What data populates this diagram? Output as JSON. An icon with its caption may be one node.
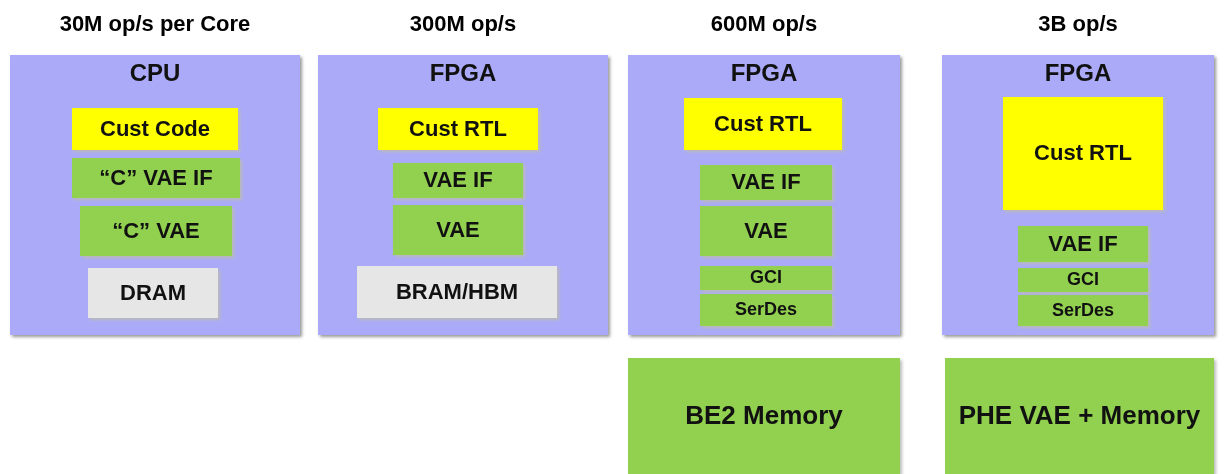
{
  "diagram": {
    "nodes": [
      {
        "text": [
          "CPU"
        ],
        "beside": [
          "30M op/s per Core"
        ]
      },
      {
        "text": [
          "Cust Code"
        ],
        "in": 0
      },
      {
        "text": [
          "“C” VAE IF"
        ],
        "in": 0
      },
      {
        "text": [
          "“C” VAE"
        ],
        "in": 0
      },
      {
        "text": [
          "DRAM"
        ],
        "in": 0
      },
      {
        "text": [
          "FPGA"
        ],
        "beside": [
          "300M op/s"
        ]
      },
      {
        "text": [
          "Cust RTL"
        ],
        "in": 5
      },
      {
        "text": [
          "VAE IF"
        ],
        "in": 5
      },
      {
        "text": [
          "VAE"
        ],
        "in": 5
      },
      {
        "text": [
          "BRAM/HBM"
        ],
        "in": 5
      },
      {
        "text": [
          "FPGA"
        ],
        "beside": [
          "600M op/s"
        ]
      },
      {
        "text": [
          "Cust RTL"
        ],
        "in": 10
      },
      {
        "text": [
          "VAE IF"
        ],
        "in": 10
      },
      {
        "text": [
          "VAE"
        ],
        "in": 10
      },
      {
        "text": [
          "GCI"
        ],
        "in": 10
      },
      {
        "text": [
          "SerDes"
        ],
        "in": 10
      },
      {
        "text": [
          "BE2 Memory"
        ]
      },
      {
        "text": [
          "FPGA"
        ],
        "beside": [
          "3B op/s"
        ]
      },
      {
        "text": [
          "Cust RTL"
        ],
        "in": 17
      },
      {
        "text": [
          "VAE IF"
        ],
        "in": 17
      },
      {
        "text": [
          "GCI"
        ],
        "in": 17
      },
      {
        "text": [
          "SerDes"
        ],
        "in": 17
      },
      {
        "text": [
          "PHE VAE + Memory"
        ]
      }
    ],
    "edges": []
  }
}
